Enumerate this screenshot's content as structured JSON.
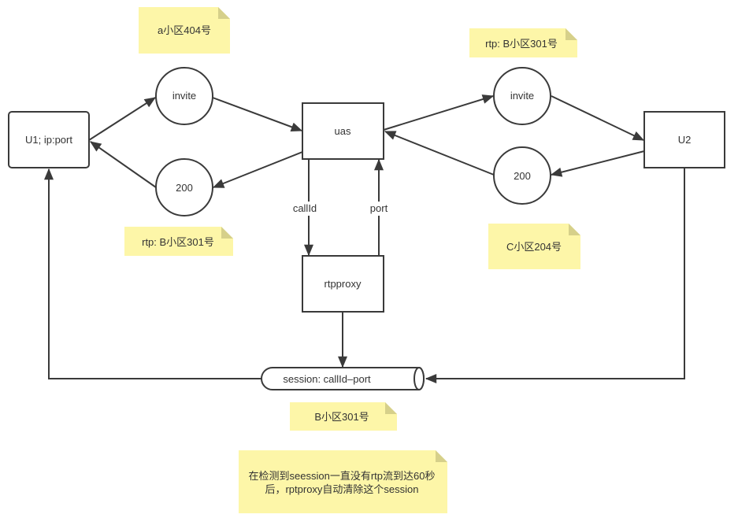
{
  "diagram": {
    "nodes": {
      "u1": {
        "label": "U1; ip:port",
        "shape": "rounded-rect"
      },
      "uas": {
        "label": "uas",
        "shape": "rect"
      },
      "rtpproxy": {
        "label": "rtpproxy",
        "shape": "rect"
      },
      "u2": {
        "label": "U2",
        "shape": "rect"
      },
      "invite_left": {
        "label": "invite",
        "shape": "circle"
      },
      "ok_left": {
        "label": "200",
        "shape": "circle"
      },
      "invite_right": {
        "label": "invite",
        "shape": "circle"
      },
      "ok_right": {
        "label": "200",
        "shape": "circle"
      },
      "session": {
        "label": "session: callId–port",
        "shape": "cylinder"
      }
    },
    "edges": [
      {
        "from": "u1",
        "to": "invite_left",
        "label": ""
      },
      {
        "from": "invite_left",
        "to": "uas",
        "label": ""
      },
      {
        "from": "uas",
        "to": "ok_left",
        "label": ""
      },
      {
        "from": "ok_left",
        "to": "u1",
        "label": ""
      },
      {
        "from": "uas",
        "to": "invite_right",
        "label": ""
      },
      {
        "from": "invite_right",
        "to": "u2",
        "label": ""
      },
      {
        "from": "u2",
        "to": "ok_right",
        "label": ""
      },
      {
        "from": "ok_right",
        "to": "uas",
        "label": ""
      },
      {
        "from": "uas",
        "to": "rtpproxy",
        "label": "callId"
      },
      {
        "from": "rtpproxy",
        "to": "uas",
        "label": "port"
      },
      {
        "from": "rtpproxy",
        "to": "session",
        "label": ""
      },
      {
        "from": "session",
        "to": "u1",
        "label": ""
      },
      {
        "from": "u2",
        "to": "session",
        "label": ""
      }
    ],
    "notes": {
      "a404": "a小区404号",
      "rtp_b301_left": "rtp: B小区301号",
      "rtp_b301_right": "rtp: B小区301号",
      "c204": "C小区204号",
      "b301": "B小区301号",
      "timeout_line1": "在检测到seession一直没有rtp流到达60秒",
      "timeout_line2": "后，rptproxy自动清除这个session"
    },
    "colors": {
      "note_fill": "#fdf6a8",
      "note_fold": "#d6d08a",
      "stroke": "#3a3a3a",
      "text": "#333333"
    }
  }
}
